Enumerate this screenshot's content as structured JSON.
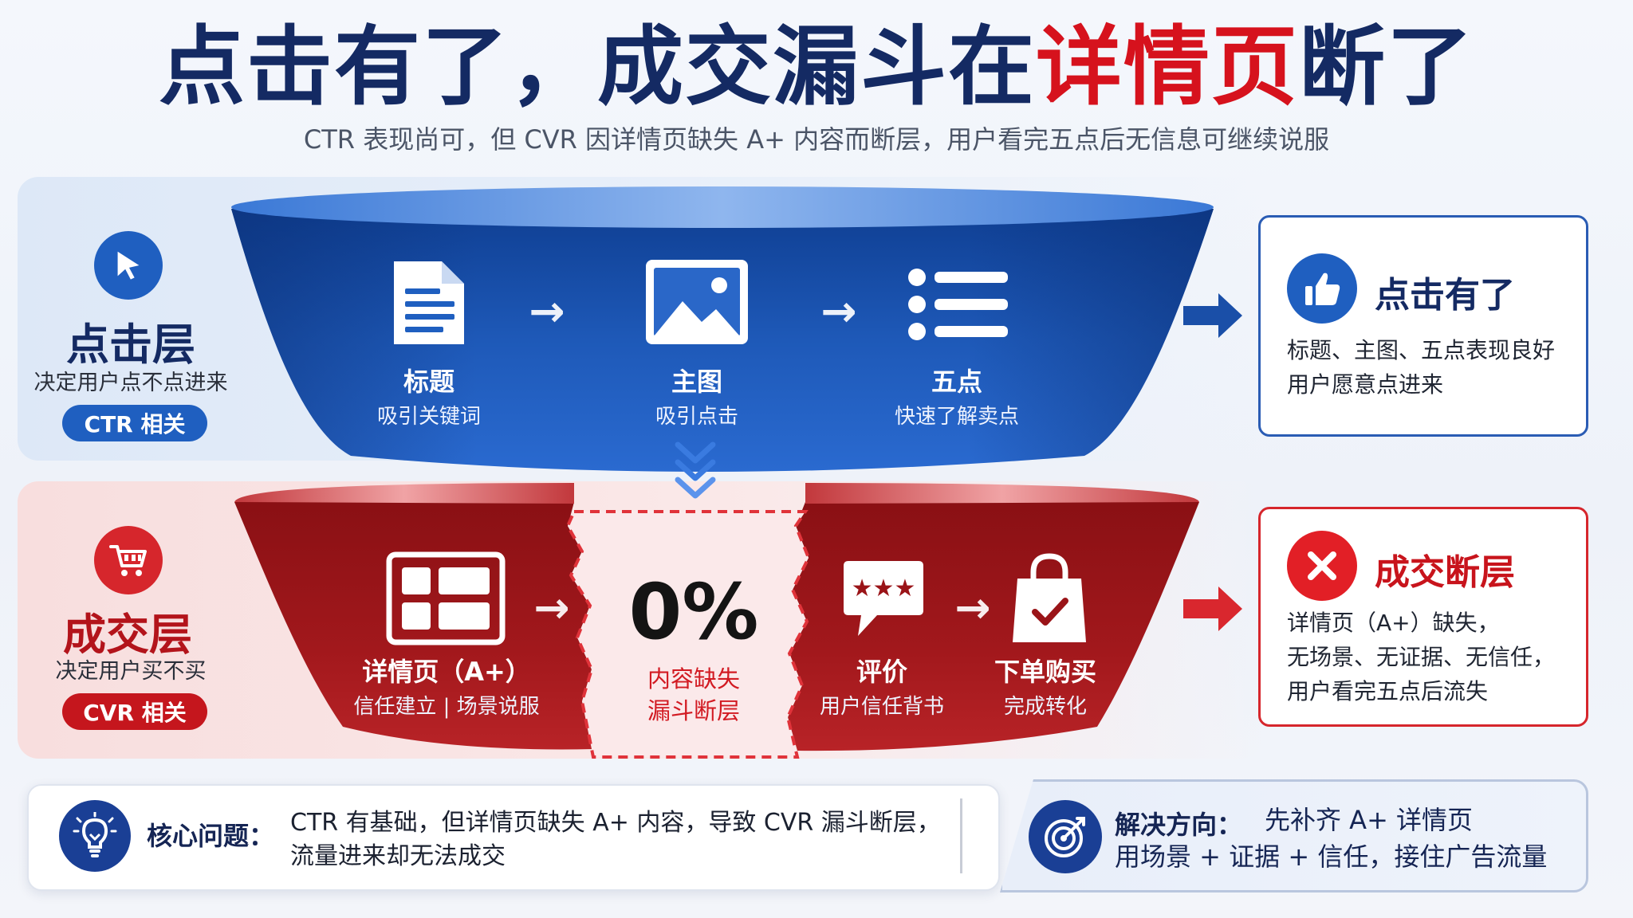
{
  "header": {
    "title_part1": "点击有了，成交漏斗在",
    "title_highlight": "详情页",
    "title_part2": "断了",
    "subtitle": "CTR 表现尚可，但 CVR 因详情页缺失 A+ 内容而断层，用户看完五点后无信息可继续说服"
  },
  "click_layer": {
    "title": "点击层",
    "desc": "决定用户点不点进来",
    "badge": "CTR 相关",
    "icon": "cursor-icon",
    "stages": [
      {
        "title": "标题",
        "sub": "吸引关键词",
        "icon": "document-icon"
      },
      {
        "title": "主图",
        "sub": "吸引点击",
        "icon": "image-icon"
      },
      {
        "title": "五点",
        "sub": "快速了解卖点",
        "icon": "bullet-list-icon"
      }
    ]
  },
  "deal_layer": {
    "title": "成交层",
    "desc": "决定用户买不买",
    "badge": "CVR 相关",
    "icon": "cart-icon",
    "stages": [
      {
        "title": "详情页（A+）",
        "sub": "信任建立 | 场景说服",
        "icon": "layout-icon"
      },
      {
        "title": "评价",
        "sub": "用户信任背书",
        "icon": "review-bubble-icon"
      },
      {
        "title": "下单购买",
        "sub": "完成转化",
        "icon": "shopping-bag-icon"
      }
    ],
    "gap": {
      "value": "0%",
      "line1": "内容缺失",
      "line2": "漏斗断层"
    }
  },
  "cards": {
    "click": {
      "title": "点击有了",
      "line1": "标题、主图、五点表现良好",
      "line2": "用户愿意点进来",
      "icon": "thumbs-up-icon"
    },
    "deal": {
      "title": "成交断层",
      "line1": "详情页（A+）缺失，",
      "line2": "无场景、无证据、无信任，",
      "line3": "用户看完五点后流失",
      "icon": "x-circle-icon"
    }
  },
  "bottom": {
    "problem_label": "核心问题：",
    "problem_line1": "CTR 有基础，但详情页缺失 A+ 内容，导致 CVR 漏斗断层，",
    "problem_line2": "流量进来却无法成交",
    "solution_label": "解决方向：",
    "solution_line1": "先补齐 A+ 详情页",
    "solution_line2": "用场景 + 证据 + 信任，接住广告流量"
  },
  "colors": {
    "navy": "#142a63",
    "blue": "#1f5fc0",
    "red": "#d6121d",
    "dark_red": "#8e1416"
  }
}
